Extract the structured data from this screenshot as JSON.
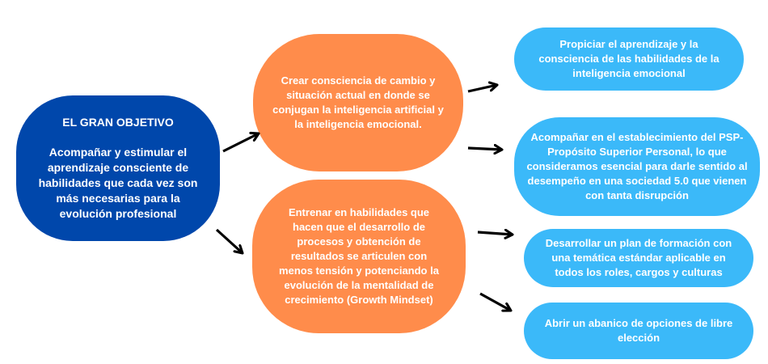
{
  "main": {
    "heading": "EL GRAN OBJETIVO",
    "text": "Acompañar y estimular el aprendizaje consciente de habilidades que cada vez son más necesarias para la evolución profesional"
  },
  "middle": [
    {
      "text": "Crear consciencia de cambio y situación actual en donde se conjugan la inteligencia artificial y la inteligencia emocional."
    },
    {
      "text": "Entrenar en habilidades que hacen que el desarrollo de procesos y obtención de resultados se articulen con menos tensión y potenciando la evolución de la mentalidad de crecimiento (Growth Mindset)"
    }
  ],
  "outcomes": [
    {
      "text": "Propiciar el aprendizaje y la consciencia de las habilidades de la inteligencia emocional"
    },
    {
      "text": "Acompañar en el establecimiento del PSP-Propósito Superior Personal, lo que consideramos esencial para darle sentido al desempeño en una sociedad 5.0 que vienen con tanta disrupción"
    },
    {
      "text": "Desarrollar un plan de formación con una temática estándar aplicable en todos los roles, cargos y culturas"
    },
    {
      "text": "Abrir un abanico de opciones de libre elección"
    }
  ],
  "colors": {
    "main": "#0047AB",
    "middle": "#FF8C4B",
    "outcome": "#3BB9F9",
    "arrow": "#000000"
  }
}
